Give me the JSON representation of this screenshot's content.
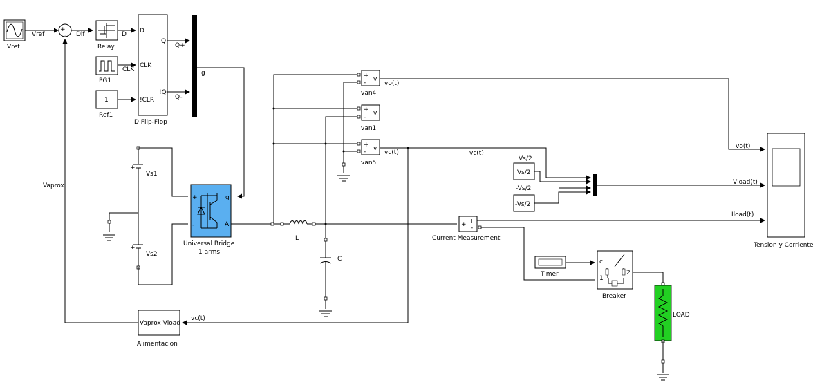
{
  "blocks": {
    "vref_source": "Vref",
    "relay": "Relay",
    "pg1": "PG1",
    "ref1": "Ref1",
    "ref1_value": "1",
    "flipflop": "D Flip-Flop",
    "ff_d": "D",
    "ff_clk": "CLK",
    "ff_clr": "!CLR",
    "ff_q": "Q",
    "ff_nq": "!Q",
    "vs1": "Vs1",
    "vs2": "Vs2",
    "bridge_line1": "Universal Bridge",
    "bridge_line2": "1 arms",
    "bridge_g": "g",
    "bridge_a": "A",
    "inductor": "L",
    "capacitor": "C",
    "van4": "van4",
    "van1": "van1",
    "van5": "van5",
    "vs2_const": "Vs/2",
    "neg_vs2_const": "-Vs/2",
    "current_meas": "Current Measurement",
    "timer": "Timer",
    "breaker": "Breaker",
    "load": "LOAD",
    "scope": "Tension y Corriente",
    "alimentacion": "Alimentacion",
    "alimentacion_inner": "Vaprox Vload",
    "sum_plus": "+",
    "sum_minus": "-",
    "v_port": "v",
    "i_port": "i",
    "breaker_c": "c",
    "breaker_1": "1",
    "breaker_2": "2"
  },
  "signals": {
    "vref": "Vref",
    "dif": "Dif",
    "d": "D",
    "clk": "CLK",
    "qplus": "Q+",
    "qminus": "Q-",
    "g": "g",
    "vaprox": "Vaprox",
    "vo_van4": "vo(t)",
    "vc_van5": "vc(t)",
    "vc_mid": "vc(t)",
    "vs2_top": "Vs/2",
    "neg_vs2_label": "-Vs/2",
    "vo_scope": "vo(t)",
    "vload_scope": "Vload(t)",
    "iload_scope": "Iload(t)",
    "vc_alim": "vc(t)"
  },
  "colors": {
    "bridge_fill": "#5aaff0",
    "load_fill": "#22d022",
    "load_label": "#cc0000"
  }
}
